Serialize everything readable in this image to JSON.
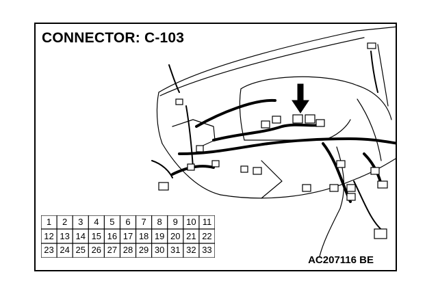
{
  "diagram": {
    "title": "CONNECTOR: C-103",
    "code": "AC207116 BE",
    "pin_rows": [
      [
        "1",
        "2",
        "3",
        "4",
        "5",
        "6",
        "7",
        "8",
        "9",
        "10",
        "11"
      ],
      [
        "12",
        "13",
        "14",
        "15",
        "16",
        "17",
        "18",
        "19",
        "20",
        "21",
        "22"
      ],
      [
        "23",
        "24",
        "25",
        "26",
        "27",
        "28",
        "29",
        "30",
        "31",
        "32",
        "33"
      ]
    ],
    "colors": {
      "line": "#000000",
      "background": "#ffffff"
    }
  }
}
